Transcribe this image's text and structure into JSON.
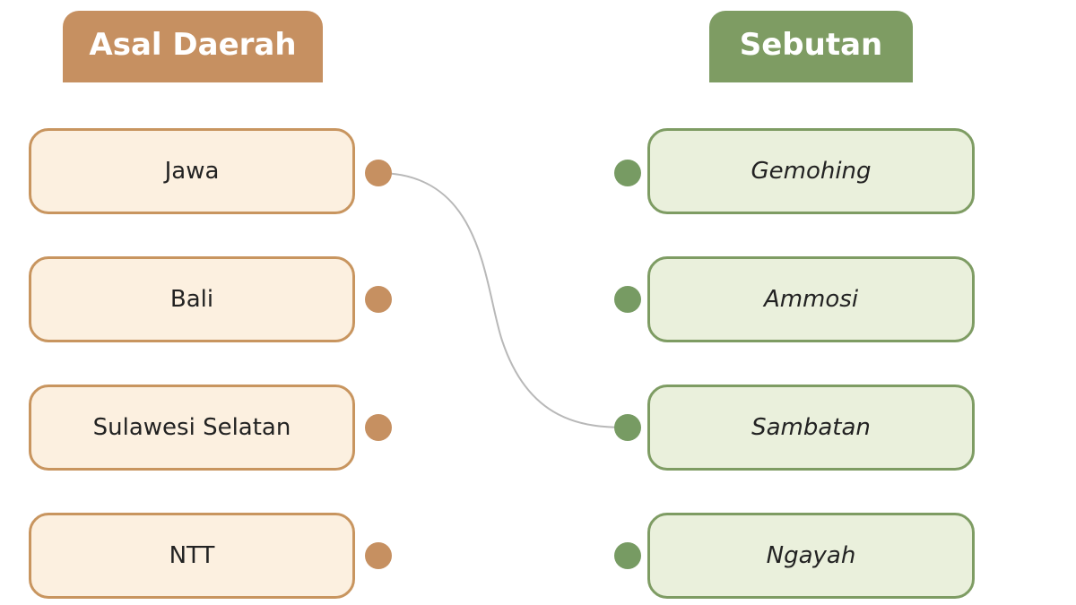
{
  "headers": {
    "left": "Asal Daerah",
    "right": "Sebutan"
  },
  "left_items": [
    {
      "label": "Jawa"
    },
    {
      "label": "Bali"
    },
    {
      "label": "Sulawesi Selatan"
    },
    {
      "label": "NTT"
    }
  ],
  "right_items": [
    {
      "label": "Gemohing"
    },
    {
      "label": "Ammosi"
    },
    {
      "label": "Sambatan"
    },
    {
      "label": "Ngayah"
    }
  ],
  "connections": [
    {
      "from": "Jawa",
      "to": "Sambatan"
    }
  ],
  "colors": {
    "left_accent": "#c69061",
    "left_fill": "#fcf0e0",
    "right_accent": "#7e9c63",
    "right_fill": "#eaf0dc",
    "connector": "#b8b8b8"
  }
}
